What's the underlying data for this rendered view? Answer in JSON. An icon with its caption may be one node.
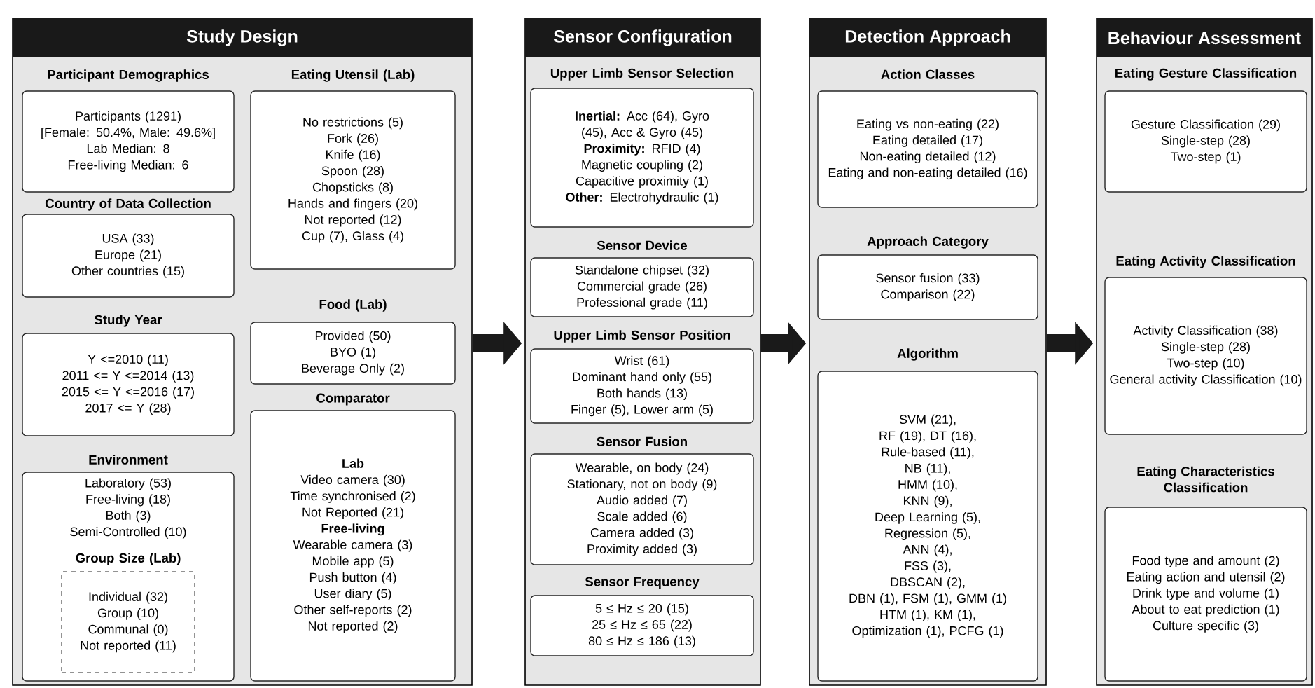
{
  "diagram": {
    "nodes": [
      {
        "text": [
          "Study Design"
        ]
      },
      {
        "text": [
          "Participant Demographics",
          "Participants (1291)",
          "[Female: 50.4%, Male: 49.6%]",
          "Lab Median: 8",
          "Free-living Median: 6"
        ],
        "in": 0
      },
      {
        "text": [
          "Country of Data Collection",
          "USA (33)",
          "Europe (21)",
          "Other countries (15)"
        ],
        "in": 0
      },
      {
        "text": [
          "Study Year",
          "Y <=2010 (11)",
          "2011 <= Y <=2014 (13)",
          "2015 <= Y <=2016 (17)",
          "2017 <= Y (28)"
        ],
        "in": 0
      },
      {
        "text": [
          "Environment",
          "Laboratory (53)",
          "Free-living (18)",
          "Both (3)",
          "Semi-Controlled (10)"
        ],
        "in": 0
      },
      {
        "text": [
          "Group Size (Lab)",
          "Individual (32)",
          "Group (10)",
          "Communal (0)",
          "Not reported (11)"
        ],
        "in": 4
      },
      {
        "text": [
          "Eating Utensil (Lab)",
          "No restrictions (5)",
          "Fork (26)",
          "Knife (16)",
          "Spoon (28)",
          "Chopsticks (8)",
          "Hands and fingers (20)",
          "Not reported (12)",
          "Cup (7), Glass (4)"
        ],
        "in": 0
      },
      {
        "text": [
          "Food (Lab)",
          "Provided (50)",
          "BYO (1)",
          "Beverage Only (2)"
        ],
        "in": 0
      },
      {
        "text": [
          "Comparator",
          "**Lab**",
          "Video camera (30)",
          "Time synchronised (2)",
          "Not Reported (21)",
          "**Free-living**",
          "Wearable camera (3)",
          "Mobile app (5)",
          "Push button (4)",
          "User diary (5)",
          "Other self-reports (2)",
          "Not reported (2)"
        ],
        "in": 0
      },
      {
        "text": [
          "Sensor Configuration"
        ]
      },
      {
        "text": [
          "Upper Limb Sensor Selection",
          "**Inertial:** Acc (64), Gyro (45), Acc & Gyro (45)",
          "**Proximity:** RFID (4)",
          "Magnetic coupling (2)",
          "Capacitive proximity (1)",
          "**Other:** Electrohydraulic (1)"
        ],
        "in": 9
      },
      {
        "text": [
          "Sensor Device",
          "Standalone chipset (32)",
          "Commercial grade (26)",
          "Professional grade (11)"
        ],
        "in": 9
      },
      {
        "text": [
          "Upper Limb Sensor Position",
          "Wrist (61)",
          "Dominant hand only (55)",
          "Both hands (13)",
          "Finger (5), Lower arm (5)"
        ],
        "in": 9
      },
      {
        "text": [
          "Sensor Fusion",
          "Wearable, on body (24)",
          "Stationary, not on body (9)",
          "Audio added (7)",
          "Scale added (6)",
          "Camera added (3)",
          "Proximity added (3)"
        ],
        "in": 9
      },
      {
        "text": [
          "Sensor Frequency",
          "5 ≤ Hz ≤ 20 (15)",
          "25 ≤ Hz ≤ 65 (22)",
          "80 ≤ Hz ≤ 186 (13)"
        ],
        "in": 9
      },
      {
        "text": [
          "Detection Approach"
        ]
      },
      {
        "text": [
          "Action Classes",
          "Eating vs non-eating (22)",
          "Eating detailed (17)",
          "Non-eating detailed (12)",
          "Eating and non-eating detailed (16)"
        ],
        "in": 15
      },
      {
        "text": [
          "Approach Category",
          "Sensor fusion (33)",
          "Comparison (22)"
        ],
        "in": 15
      },
      {
        "text": [
          "Algorithm",
          "SVM (21),",
          "RF (19), DT (16),",
          "Rule-based (11),",
          "NB (11),",
          "HMM (10),",
          "KNN (9),",
          "Deep Learning (5),",
          "Regression (5),",
          "ANN (4),",
          "FSS (3),",
          "DBSCAN (2),",
          "DBN (1), FSM (1), GMM (1)",
          "HTM (1), KM (1),",
          "Optimization (1), PCFG (1)"
        ],
        "in": 15
      },
      {
        "text": [
          "Behaviour Assessment"
        ]
      },
      {
        "text": [
          "Eating Gesture Classification",
          "Gesture Classification (29)",
          "Single-step (28)",
          "Two-step (1)"
        ],
        "in": 19
      },
      {
        "text": [
          "Eating Activity Classification",
          "Activity Classification (38)",
          "Single-step (28)",
          "Two-step (10)",
          "General activity Classification (10)"
        ],
        "in": 19
      },
      {
        "text": [
          "Eating Characteristics Classification",
          "Food type and amount (2)",
          "Eating action and utensil (2)",
          "Drink type and volume (1)",
          "About to eat prediction (1)",
          "Culture specific (3)"
        ],
        "in": 19
      }
    ],
    "edges": [
      {
        "from": 0,
        "to": 9,
        "arrow": "to"
      },
      {
        "from": 9,
        "to": 15,
        "arrow": "to"
      },
      {
        "from": 15,
        "to": 19,
        "arrow": "to"
      }
    ]
  }
}
